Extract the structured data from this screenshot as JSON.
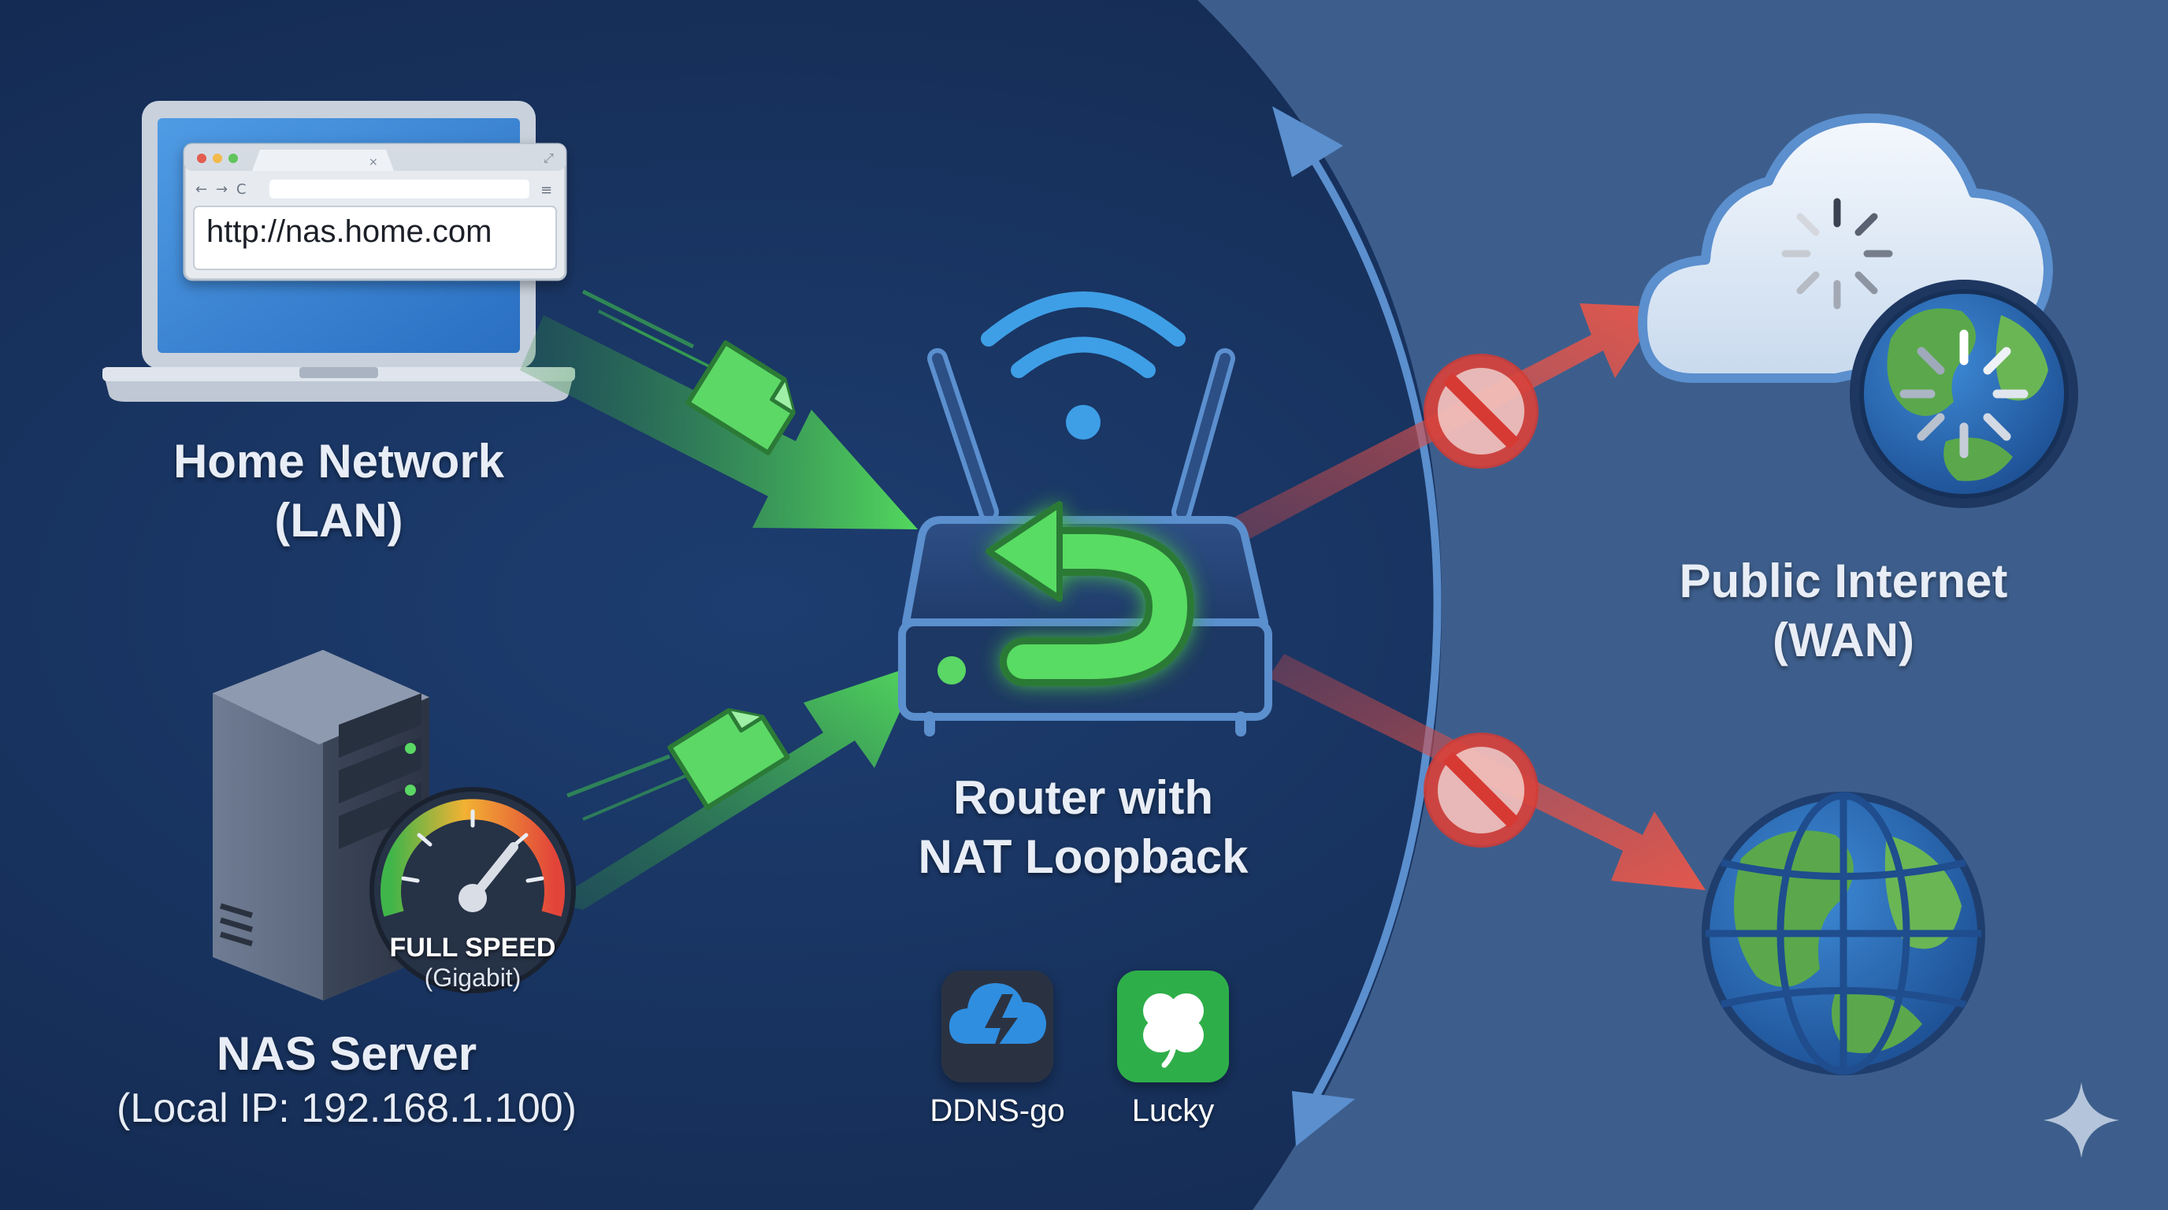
{
  "browser": {
    "url": "http://nas.home.com"
  },
  "lan": {
    "title": "Home Network",
    "subtitle": "(LAN)"
  },
  "nas": {
    "title": "NAS Server",
    "subtitle": "(Local IP: 192.168.1.100)"
  },
  "gauge": {
    "label": "FULL SPEED",
    "sublabel": "(Gigabit)"
  },
  "router": {
    "line1": "Router with",
    "line2": "NAT Loopback"
  },
  "wan": {
    "title": "Public Internet",
    "subtitle": "(WAN)"
  },
  "apps": [
    {
      "name": "DDNS-go",
      "icon": "cloud-lightning-icon",
      "color": "#2b3342"
    },
    {
      "name": "Lucky",
      "icon": "clover-icon",
      "color": "#2fae4a"
    }
  ],
  "colors": {
    "background_lan": "#173360",
    "background_wan": "#3d5e8c",
    "path_green": "#4fd35a",
    "blocked_red": "#e0524a",
    "boundary_blue": "#5b8fce"
  }
}
